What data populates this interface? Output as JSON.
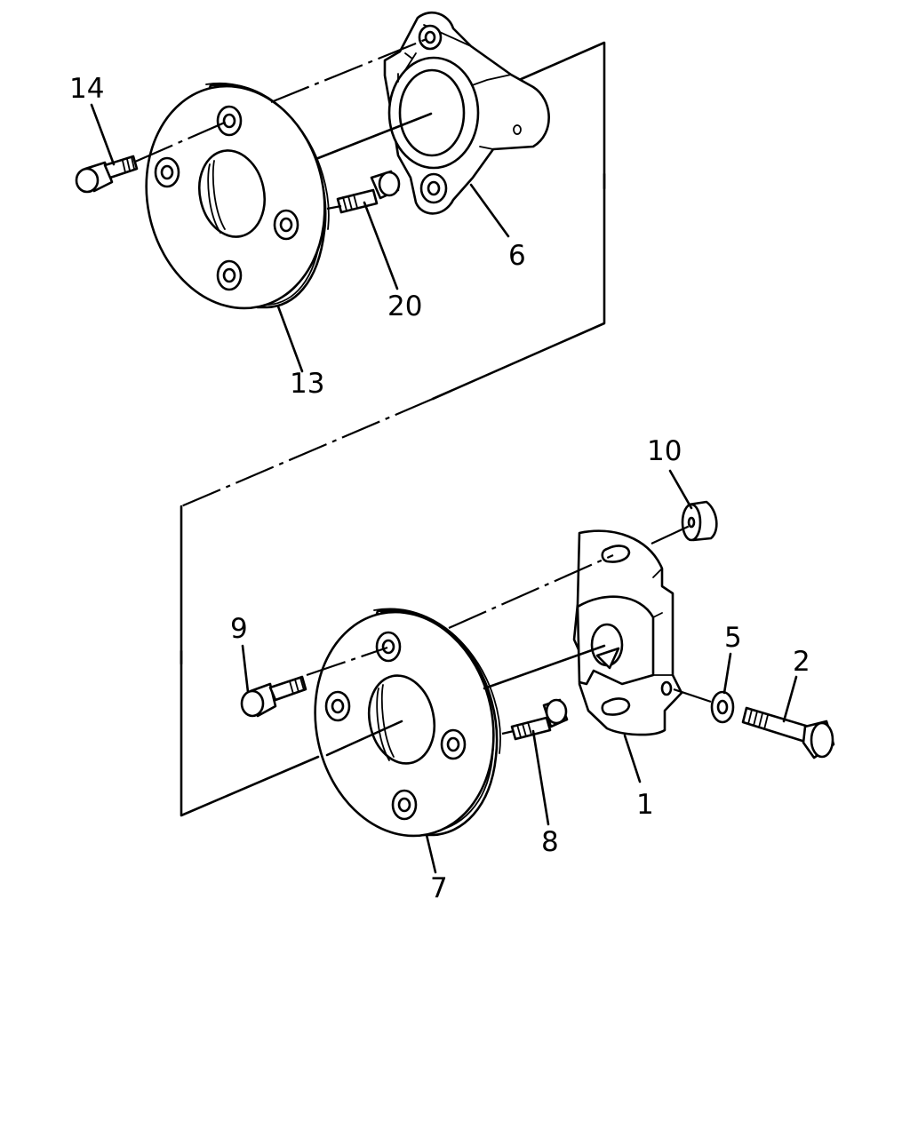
{
  "diagram": {
    "callouts": {
      "upper": {
        "p14": "14",
        "p13": "13",
        "p20": "20",
        "p6": "6"
      },
      "lower": {
        "p10": "10",
        "p9": "9",
        "p5": "5",
        "p2": "2",
        "p1": "1",
        "p8": "8",
        "p7": "7"
      }
    }
  }
}
